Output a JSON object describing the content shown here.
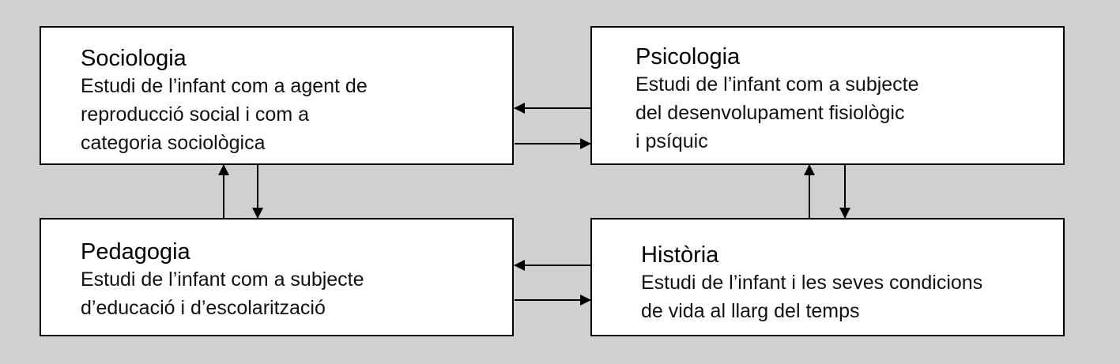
{
  "diagram": {
    "background_color": "#d0d0d0",
    "boxes": [
      {
        "id": "sociologia",
        "title": "Sociologia",
        "lines": [
          "Estudi de l’infant com a agent de",
          "reproducció social i com a",
          "categoria sociològica"
        ]
      },
      {
        "id": "psicologia",
        "title": "Psicologia",
        "lines": [
          "Estudi de l’infant com a subjecte",
          "del desenvolupament fisiològic",
          "i psíquic"
        ]
      },
      {
        "id": "pedagogia",
        "title": "Pedagogia",
        "lines": [
          "Estudi de l’infant com a subjecte",
          "d’educació i d’escolarització"
        ]
      },
      {
        "id": "historia",
        "title": "Història",
        "lines": [
          "Estudi de l’infant i les seves condicions",
          "de vida al llarg del temps"
        ]
      }
    ],
    "connections": [
      {
        "from": "psicologia",
        "to": "sociologia"
      },
      {
        "from": "sociologia",
        "to": "psicologia"
      },
      {
        "from": "pedagogia",
        "to": "sociologia"
      },
      {
        "from": "sociologia",
        "to": "pedagogia"
      },
      {
        "from": "historia",
        "to": "pedagogia"
      },
      {
        "from": "pedagogia",
        "to": "historia"
      },
      {
        "from": "historia",
        "to": "psicologia"
      },
      {
        "from": "psicologia",
        "to": "historia"
      }
    ]
  }
}
